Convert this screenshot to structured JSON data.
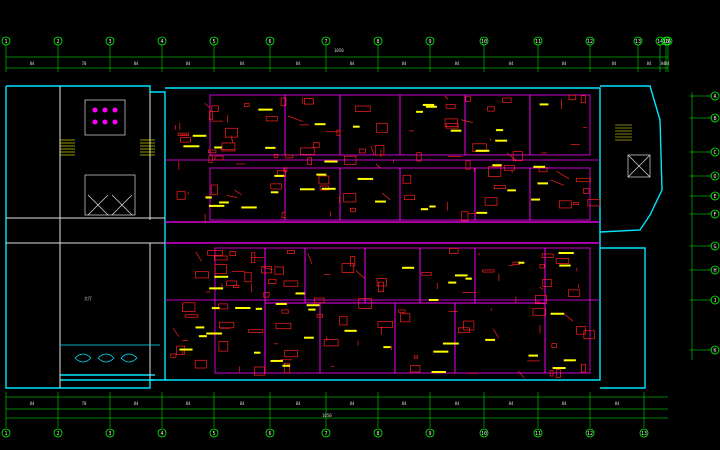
{
  "drawing": {
    "background": "#000000",
    "colors": {
      "axis": "#00ff00",
      "outer_wall": "#00e5ff",
      "partition": "#ff00ff",
      "equipment": "#ff2020",
      "label": "#ffff00",
      "stair": "#ffff00",
      "text": "#e8e8e8"
    },
    "top_axes": [
      "1",
      "2",
      "3",
      "4",
      "5",
      "6",
      "7",
      "8",
      "9",
      "10",
      "11",
      "12",
      "13",
      "14",
      "15",
      "16"
    ],
    "bottom_axes": [
      "1",
      "2",
      "3",
      "4",
      "5",
      "6",
      "7",
      "8",
      "9",
      "10",
      "11",
      "12",
      "13"
    ],
    "right_axes": [
      "A",
      "B",
      "C",
      "D",
      "E",
      "F",
      "G",
      "H",
      "J",
      "K"
    ],
    "top_total_dim": "1050",
    "bottom_total_dim": "1050",
    "top_dims": [
      "84",
      "70",
      "84",
      "84",
      "84",
      "84",
      "84",
      "84",
      "84",
      "84",
      "84",
      "84",
      "84",
      "84",
      "84"
    ],
    "bottom_dims": [
      "84",
      "70",
      "84",
      "84",
      "84",
      "84",
      "84",
      "84",
      "84",
      "84",
      "84",
      "84"
    ],
    "hall_label": "大厅"
  }
}
